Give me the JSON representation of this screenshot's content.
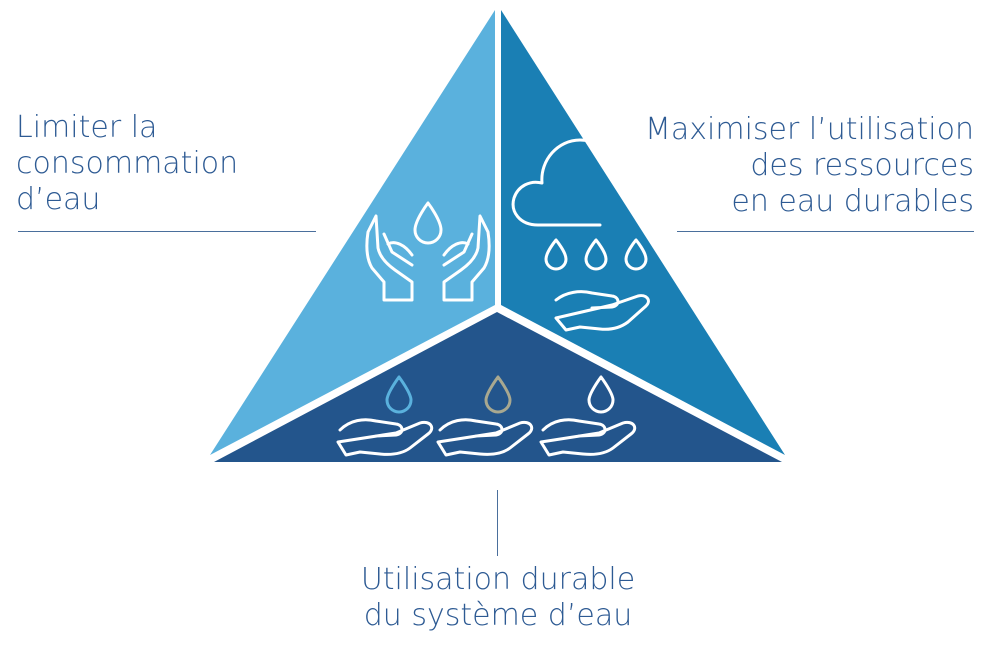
{
  "labels": {
    "left": [
      "Limiter la",
      "consommation",
      "d’eau"
    ],
    "right": [
      "Maximiser l’utilisation",
      "des ressources",
      "en eau durables"
    ],
    "bottom": [
      "Utilisation durable",
      "du système d’eau"
    ]
  },
  "colors": {
    "left_segment": "#5ab1dd",
    "right_segment": "#1a7fb4",
    "bottom_segment": "#23558c",
    "text": "#2d5a93",
    "drop_blue": "#5ab1dd",
    "drop_tan": "#a8a890",
    "icon_stroke": "#ffffff"
  },
  "icons": {
    "left": "hands-holding-water-drop-icon",
    "right": "rain-cloud-over-hand-icon",
    "bottom": [
      "hand-with-blue-drop-icon",
      "hand-with-tan-drop-icon",
      "hand-with-white-drop-icon"
    ]
  }
}
